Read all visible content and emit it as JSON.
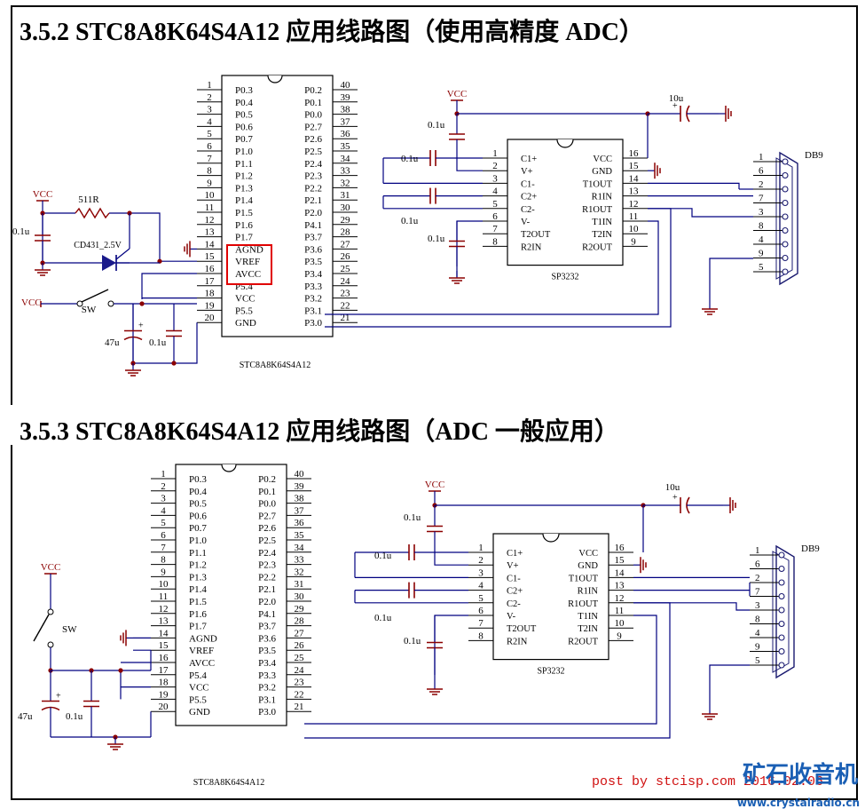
{
  "sections": [
    {
      "title": "3.5.2  STC8A8K64S4A12 应用线路图（使用高精度 ADC）"
    },
    {
      "title": "3.5.3  STC8A8K64S4A12 应用线路图（ADC 一般应用）"
    }
  ],
  "mcu": {
    "name": "STC8A8K64S4A12",
    "left_pins": [
      {
        "num": "1",
        "label": "P0.3"
      },
      {
        "num": "2",
        "label": "P0.4"
      },
      {
        "num": "3",
        "label": "P0.5"
      },
      {
        "num": "4",
        "label": "P0.6"
      },
      {
        "num": "5",
        "label": "P0.7"
      },
      {
        "num": "6",
        "label": "P1.0"
      },
      {
        "num": "7",
        "label": "P1.1"
      },
      {
        "num": "8",
        "label": "P1.2"
      },
      {
        "num": "9",
        "label": "P1.3"
      },
      {
        "num": "10",
        "label": "P1.4"
      },
      {
        "num": "11",
        "label": "P1.5"
      },
      {
        "num": "12",
        "label": "P1.6"
      },
      {
        "num": "13",
        "label": "P1.7"
      },
      {
        "num": "14",
        "label": "AGND"
      },
      {
        "num": "15",
        "label": "VREF"
      },
      {
        "num": "16",
        "label": "AVCC"
      },
      {
        "num": "17",
        "label": "P5.4"
      },
      {
        "num": "18",
        "label": "VCC"
      },
      {
        "num": "19",
        "label": "P5.5"
      },
      {
        "num": "20",
        "label": "GND"
      }
    ],
    "right_pins": [
      {
        "num": "40",
        "label": "P0.2"
      },
      {
        "num": "39",
        "label": "P0.1"
      },
      {
        "num": "38",
        "label": "P0.0"
      },
      {
        "num": "37",
        "label": "P2.7"
      },
      {
        "num": "36",
        "label": "P2.6"
      },
      {
        "num": "35",
        "label": "P2.5"
      },
      {
        "num": "34",
        "label": "P2.4"
      },
      {
        "num": "33",
        "label": "P2.3"
      },
      {
        "num": "32",
        "label": "P2.2"
      },
      {
        "num": "31",
        "label": "P2.1"
      },
      {
        "num": "30",
        "label": "P2.0"
      },
      {
        "num": "29",
        "label": "P4.1"
      },
      {
        "num": "28",
        "label": "P3.7"
      },
      {
        "num": "27",
        "label": "P3.6"
      },
      {
        "num": "26",
        "label": "P3.5"
      },
      {
        "num": "25",
        "label": "P3.4"
      },
      {
        "num": "24",
        "label": "P3.3"
      },
      {
        "num": "23",
        "label": "P3.2"
      },
      {
        "num": "22",
        "label": "P3.1"
      },
      {
        "num": "21",
        "label": "P3.0"
      }
    ]
  },
  "sp3232": {
    "name": "SP3232",
    "left_pins": [
      {
        "num": "1",
        "label": "C1+"
      },
      {
        "num": "2",
        "label": "V+"
      },
      {
        "num": "3",
        "label": "C1-"
      },
      {
        "num": "4",
        "label": "C2+"
      },
      {
        "num": "5",
        "label": "C2-"
      },
      {
        "num": "6",
        "label": "V-"
      },
      {
        "num": "7",
        "label": "T2OUT"
      },
      {
        "num": "8",
        "label": "R2IN"
      }
    ],
    "right_pins": [
      {
        "num": "16",
        "label": "VCC"
      },
      {
        "num": "15",
        "label": "GND"
      },
      {
        "num": "14",
        "label": "T1OUT"
      },
      {
        "num": "13",
        "label": "R1IN"
      },
      {
        "num": "12",
        "label": "R1OUT"
      },
      {
        "num": "11",
        "label": "T1IN"
      },
      {
        "num": "10",
        "label": "T2IN"
      },
      {
        "num": "9",
        "label": "R2OUT"
      }
    ]
  },
  "db9": {
    "name": "DB9",
    "pins": [
      "1",
      "6",
      "2",
      "7",
      "3",
      "8",
      "4",
      "9",
      "5"
    ]
  },
  "components": {
    "vcc": "VCC",
    "sw": "SW",
    "cap_01u": "0.1u",
    "cap_47u": "47u",
    "cap_10u": "10u",
    "resistor": "511R",
    "ref_diode": "CD431_2.5V",
    "plus": "+"
  },
  "watermark": {
    "text": "post by stcisp.com 2016.02.06"
  },
  "logo": {
    "text": "矿石收音机",
    "url": "www.crystalradio.cn"
  },
  "colors": {
    "wire": "#000080",
    "part": "#8b0000",
    "pin_text": "#000000",
    "highlight": "#e00000"
  }
}
